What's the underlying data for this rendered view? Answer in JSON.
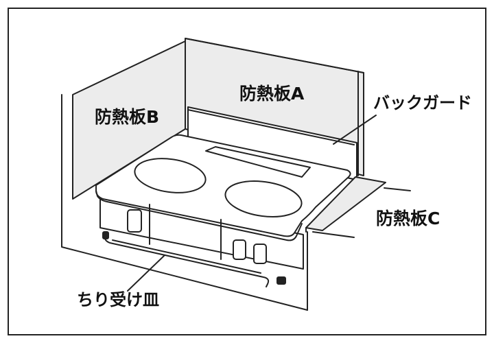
{
  "labels": {
    "panel_a": "防熱板A",
    "panel_b": "防熱板B",
    "panel_c": "防熱板C",
    "back_guard": "バックガード",
    "drip_tray": "ちり受け皿"
  },
  "colors": {
    "panel_fill": "#ececec",
    "stroke": "#222222",
    "background": "#ffffff"
  }
}
